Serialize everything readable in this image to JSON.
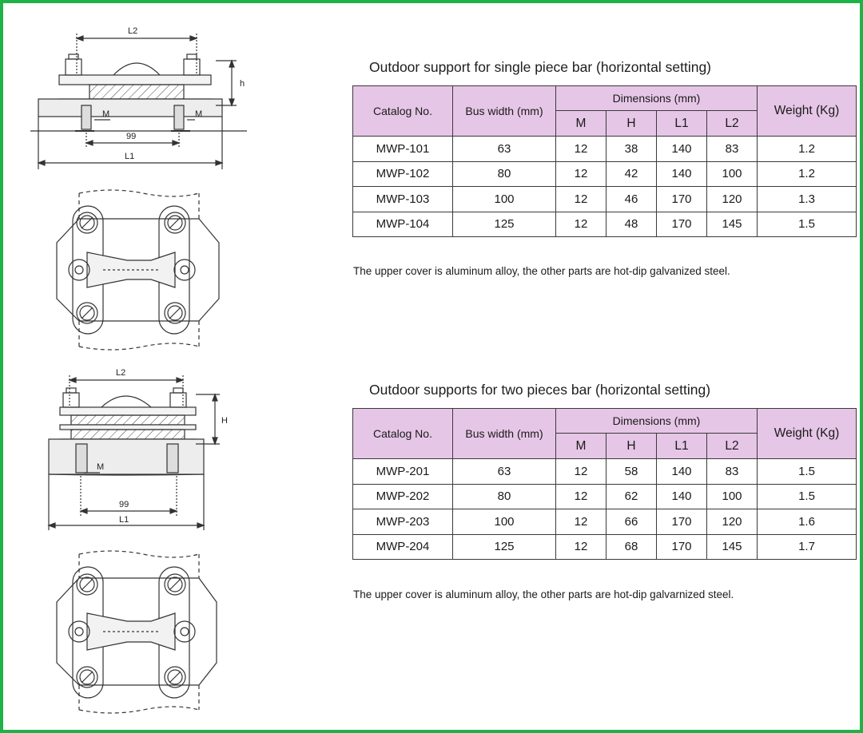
{
  "drawings": {
    "top_labels": {
      "l2": "L2",
      "h": "h",
      "m_left": "M",
      "m_right": "M",
      "spacing": "99",
      "l1": "L1"
    },
    "bottom_labels": {
      "l2": "L2",
      "h": "H",
      "m": "M",
      "spacing": "99",
      "l1": "L1"
    }
  },
  "sections": [
    {
      "title": "Outdoor support for single piece bar (horizontal setting)",
      "header": {
        "catalog": "Catalog No.",
        "bus_width": "Bus width (mm)",
        "dimensions": "Dimensions (mm)",
        "m": "M",
        "h": "H",
        "l1": "L1",
        "l2": "L2",
        "weight": "Weight (Kg)"
      },
      "rows": [
        {
          "catalog": "MWP-101",
          "bus_width": "63",
          "m": "12",
          "h": "38",
          "l1": "140",
          "l2": "83",
          "weight": "1.2"
        },
        {
          "catalog": "MWP-102",
          "bus_width": "80",
          "m": "12",
          "h": "42",
          "l1": "140",
          "l2": "100",
          "weight": "1.2"
        },
        {
          "catalog": "MWP-103",
          "bus_width": "100",
          "m": "12",
          "h": "46",
          "l1": "170",
          "l2": "120",
          "weight": "1.3"
        },
        {
          "catalog": "MWP-104",
          "bus_width": "125",
          "m": "12",
          "h": "48",
          "l1": "170",
          "l2": "145",
          "weight": "1.5"
        }
      ],
      "note": "The upper cover is aluminum alloy, the other parts are hot-dip galvanized steel."
    },
    {
      "title": "Outdoor supports for two pieces bar (horizontal setting)",
      "header": {
        "catalog": "Catalog No.",
        "bus_width": "Bus width (mm)",
        "dimensions": "Dimensions (mm)",
        "m": "M",
        "h": "H",
        "l1": "L1",
        "l2": "L2",
        "weight": "Weight (Kg)"
      },
      "rows": [
        {
          "catalog": "MWP-201",
          "bus_width": "63",
          "m": "12",
          "h": "58",
          "l1": "140",
          "l2": "83",
          "weight": "1.5"
        },
        {
          "catalog": "MWP-202",
          "bus_width": "80",
          "m": "12",
          "h": "62",
          "l1": "140",
          "l2": "100",
          "weight": "1.5"
        },
        {
          "catalog": "MWP-203",
          "bus_width": "100",
          "m": "12",
          "h": "66",
          "l1": "170",
          "l2": "120",
          "weight": "1.6"
        },
        {
          "catalog": "MWP-204",
          "bus_width": "125",
          "m": "12",
          "h": "68",
          "l1": "170",
          "l2": "145",
          "weight": "1.7"
        }
      ],
      "note": "The upper cover is aluminum alloy, the other parts are hot-dip galvarnized steel."
    }
  ],
  "colors": {
    "frame": "#1fb347",
    "header_fill": "#e6c6e6",
    "line": "#3a3a3a"
  }
}
